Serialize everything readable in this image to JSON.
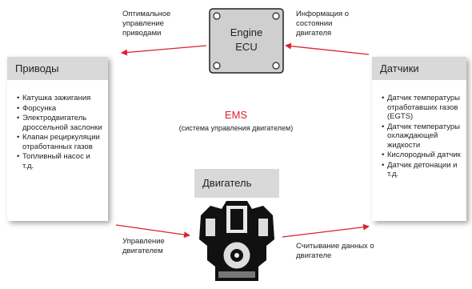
{
  "ecu": {
    "line1": "Engine",
    "line2": "ECU"
  },
  "actuators": {
    "title": "Приводы",
    "items": [
      "Катушка зажигания",
      "Форсунка",
      "Электродвигатель дроссельной заслонки",
      "Клапан рециркуляции отработанных газов",
      "Топливный насос и т.д."
    ]
  },
  "sensors": {
    "title": "Датчики",
    "items": [
      "Датчик температуры отработавших газов (EGTS)",
      "Датчик температуры охлаждающей жидкости",
      "Кислородный датчик",
      "Датчик детонации и т.д."
    ]
  },
  "engine": {
    "title": "Двигатель"
  },
  "ems": {
    "title": "EMS",
    "subtitle": "(система управления двигателем)"
  },
  "arrows": {
    "optimal_control": "Оптимальное управление приводами",
    "info_state": "Информация о состоянии двигателя",
    "engine_control": "Управление двигателем",
    "reading_data": "Считывание данных о двигателе"
  },
  "colors": {
    "arrow": "#d9222f",
    "header": "#d9d9d9",
    "ecu_fill": "#cfcfcf"
  }
}
